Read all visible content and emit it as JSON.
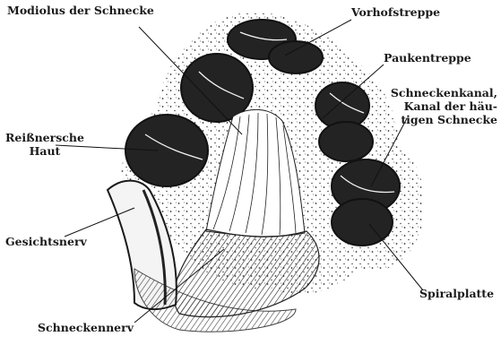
{
  "labels": {
    "modiolus": "Modiolus der Schnecke",
    "vorhofstreppe": "Vorhofstreppe",
    "paukentreppe": "Paukentreppe",
    "schneckenkanal": [
      "Schneckenkanal,",
      "Kanal der häu-",
      "tigen Schnecke"
    ],
    "reissner": [
      "Reißnersche",
      "Haut"
    ],
    "gesichtsnerv": "Gesichtsnerv",
    "spiralplatte": "Spiralplatte",
    "schneckennerv": "Schneckennerv"
  },
  "colors": {
    "ink": "#1a1a1a",
    "chamber": "#232323",
    "paper": "#ffffff"
  }
}
